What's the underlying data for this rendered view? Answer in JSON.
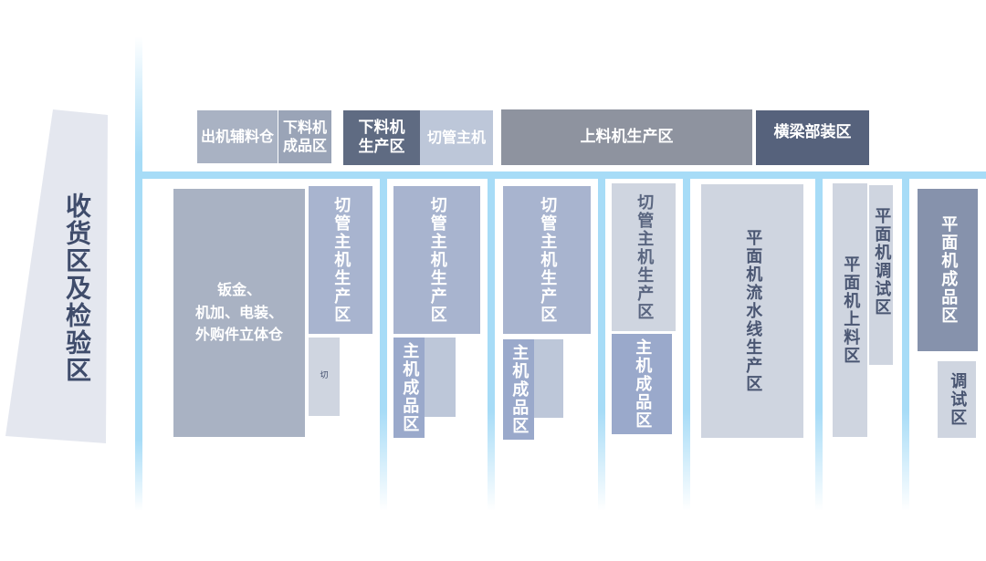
{
  "receiving": {
    "label": "收货区及检验区"
  },
  "top_row": {
    "chuji_fuliao": "出机辅料仓",
    "xialiaoji_chengpin": "下料机\n成品区",
    "xialiaoji_shengchan": "下料机\n生产区",
    "qieguan_zhuji": "切管主机",
    "shangliaoji_shengchan": "上料机生产区",
    "hengliang_buzhuang": "横梁部装区"
  },
  "warehouse": {
    "label": "钣金、\n机加、电装、\n外购件立体仓"
  },
  "bays": {
    "qieguan_shengchan_1": "切管主机生产区",
    "small_label": "切",
    "qieguan_shengchan_2": "切管主机生产区",
    "zhuji_chengpin_2": "主机成品区",
    "qieguan_shengchan_3": "切管主机生产区",
    "zhuji_chengpin_3": "主机成品区",
    "qieguan_shengchan_4": "切管主机生产区",
    "zhuji_chengpin_4": "主机成品区",
    "pingmian_liushuixian": "平面机流水线生产区",
    "pingmian_shangliao": "平面机上料区",
    "pingmian_tiaoshi": "平面机调试区",
    "pingmian_chengpin": "平面机成品区",
    "tiaoshi": "调试区"
  },
  "colors": {
    "rail": "#a7dcf7",
    "receiving_bg": "#e4e7ef",
    "receiving_text": "#3f4c6b"
  }
}
